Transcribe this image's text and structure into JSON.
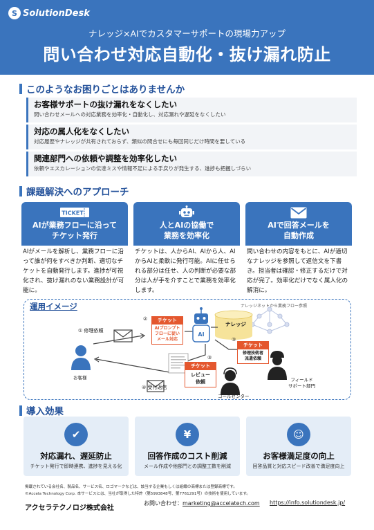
{
  "header": {
    "logo_mark": "S",
    "logo_text": "SolutionDesk",
    "subtitle": "ナレッジ×AIでカスタマーサポートの現場力アップ",
    "title": "問い合わせ対応自動化・抜け漏れ防止"
  },
  "problems": {
    "heading": "このようなお困りごとはありませんか",
    "items": [
      {
        "title": "お客様サポートの抜け漏れをなくしたい",
        "desc": "問い合わせメールへの対応業務を効率化・自動化し、対応漏れや遅延をなくしたい"
      },
      {
        "title": "対応の属人化をなくしたい",
        "desc": "対応履歴やナレッジが共有されておらず、類似の問合せにも毎回同じだけ時間を要している"
      },
      {
        "title": "関連部門への依頼や調整を効率化したい",
        "desc": "依頼やエスカレーションの伝達ミスや情報不足による手戻りが発生する、進捗も把握しづらい"
      }
    ]
  },
  "approach": {
    "heading": "課題解決へのアプローチ",
    "cards": [
      {
        "icon": "ticket-icon",
        "icon_text": "TICKET",
        "title1": "AIが業務フローに沿って",
        "title2": "チケット発行",
        "body": "AIがメールを解析し、業務フローに沿って誰が何をすべきか判断、適切なチケットを自動発行します。進捗が可視化され、抜け漏れのない業務設計が可能に。"
      },
      {
        "icon": "robot-icon",
        "title1": "人とAIの協働で",
        "title2": "業務を効率化",
        "body": "チケットは、人からAI、AIから人、AIからAIと柔軟に発行可能。AIに任せられる部分は任せ、人の判断が必要な部分は人が手を介すことで業務を効率化します。"
      },
      {
        "icon": "mail-icon",
        "title1": "AIで回答メールを",
        "title2": "自動作成",
        "body": "問い合わせの内容をもとに、AIが適切なナレッジを参照して返信文を下書き。担当者は確認・修正するだけで対応が完了。効率化だけでなく属人化の解消に。"
      }
    ]
  },
  "operation": {
    "heading": "運用イメージ",
    "note": "ナレッジネットから業務フロー参照",
    "step1": "① 修理依頼",
    "step2": "②",
    "step3a": "③",
    "step3b": "③",
    "step4": "④ 受付返信",
    "customer": "お客様",
    "ai_label": "AI",
    "knowledge": "ナレッジ",
    "call_center": "コールセンター",
    "field1": "フィールド",
    "field2": "サポート部門",
    "ticket_header": "チケット",
    "ticket_ai1": "AIプロンプト",
    "ticket_ai2": "フローに従い",
    "ticket_ai3": "メール対応",
    "ticket_review1": "レビュー",
    "ticket_review2": "依頼",
    "ticket_field1": "修理技術者",
    "ticket_field2": "派遣依頼",
    "colors": {
      "accent": "#3a74bd",
      "ticket": "#e4572e",
      "knowledge": "#f6e39a"
    }
  },
  "effects": {
    "heading": "導入効果",
    "items": [
      {
        "icon": "clipboard-check-icon",
        "glyph": "✔",
        "title": "対応漏れ、遅延防止",
        "sub": "チケット発行で即時連携、進捗を見える化"
      },
      {
        "icon": "yen-icon",
        "glyph": "¥",
        "title": "回答作成のコスト削減",
        "sub": "メール作成や他部門との調整工数を削減"
      },
      {
        "icon": "smile-icon",
        "glyph": "☺",
        "title": "お客様満足度の向上",
        "sub": "回答品質と対応スピード改善で満足度向上"
      }
    ]
  },
  "footer": {
    "note1": "掲載されている会社名、製品名、サービス名、ロゴマークなどは、該当する企業もしくは組織の商標または登録商標です。",
    "note2": "©Accela Technology Corp.  本サービスには、当社が取得した特許（第5993848号、第7761291号）の技術を使用しています。",
    "company": "アクセラテクノロジ株式会社",
    "contact_label": "お問い合わせ：",
    "email": "marketing@accelatech.com",
    "url": "https://info.solutiondesk.jp/"
  }
}
